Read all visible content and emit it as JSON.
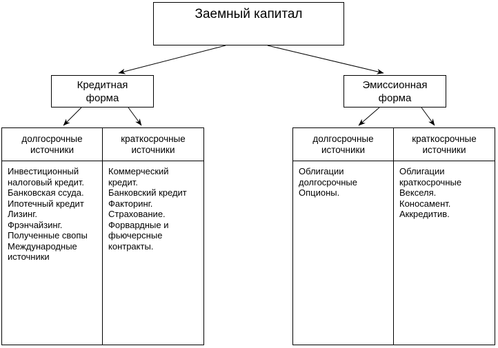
{
  "colors": {
    "background": "#ffffff",
    "line": "#000000",
    "text": "#000000"
  },
  "root_node": {
    "label": "Заемный капитал"
  },
  "branch_nodes": {
    "credit": {
      "label": "Кредитная\nформа"
    },
    "emission": {
      "label": "Эмиссионная\nформа"
    }
  },
  "tables": {
    "credit": {
      "columns": [
        {
          "header": "долгосрочные\nисточники",
          "items_text": "Инвестиционный\nналоговый кредит.\nБанковская ссуда.\nИпотечный кредит\nЛизинг.\nФрэнчайзинг.\nПолученные свопы\nМеждународные\nисточники",
          "items": [
            "Инвестиционный налоговый кредит.",
            "Банковская ссуда.",
            "Ипотечный кредит",
            "Лизинг.",
            "Фрэнчайзинг.",
            "Полученные свопы",
            "Международные источники"
          ]
        },
        {
          "header": "краткосрочные\nисточники",
          "items_text": "Коммерческий\nкредит.\nБанковский кредит\nФакторинг.\nСтрахование.\nФорвардные и\nфьючерсные\nконтракты.",
          "items": [
            "Коммерческий кредит.",
            "Банковский кредит",
            "Факторинг.",
            "Страхование.",
            "Форвардные и фьючерсные контракты."
          ]
        }
      ]
    },
    "emission": {
      "columns": [
        {
          "header": "долгосрочные\nисточники",
          "items_text": "Облигации\nдолгосрочные\nОпционы.",
          "items": [
            "Облигации долгосрочные",
            "Опционы."
          ]
        },
        {
          "header": "краткосрочные\nисточники",
          "items_text": "Облигации\nкраткосрочные\nВекселя.\nКоносамент.\nАккредитив.",
          "items": [
            "Облигации краткосрочные",
            "Векселя.",
            "Коносамент.",
            "Аккредитив."
          ]
        }
      ]
    }
  }
}
